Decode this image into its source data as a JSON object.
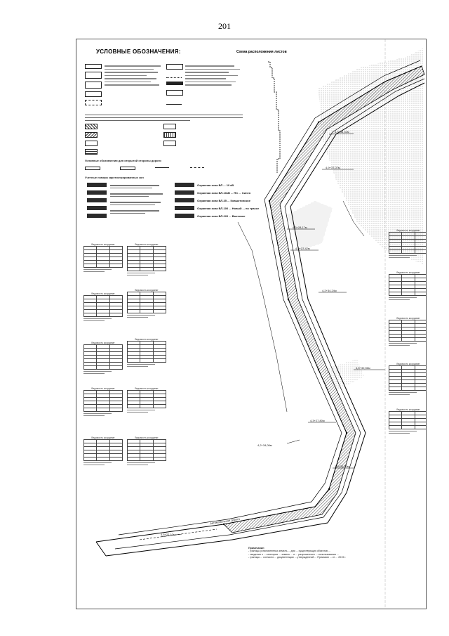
{
  "page_number": "201",
  "sheet": {
    "legend_title": "УСЛОВНЫЕ ОБОЗНАЧЕНИЯ:",
    "overview_label": "Схема расположения листов",
    "legend_section_1": "Условные обозначения для открытой стороны дороги",
    "legend_section_2": "Учетные номера зарегистрированных зон",
    "zones": [
      {
        "label": "Охранная зона ВЛ ... 10 кВ"
      },
      {
        "label": "Охранная зона ВЛ-10кВ ... ПС ... Синея"
      },
      {
        "label": "Охранная зона ВЛ-35 ... Ковыктинское"
      },
      {
        "label": "Охранная зона ВЛ-100 ... Новый ... по трассе"
      },
      {
        "label": "Охранная зона ВЛ-220 ... Вахтовое"
      }
    ],
    "notes_title": "Примечание:",
    "notes": [
      "- границы установленных земель ... для ... существующих объектов ...",
      "- сведения о ... категории ... земель ... и ... разрешенного ... использования ...",
      "- границы ... согласно ... документации ... утвержденной ... Приказом ... от ... 2019 г."
    ]
  },
  "map": {
    "point_labels": [
      "4,5+34,52м",
      "4,9+37,07м",
      "4,3+28,17м",
      "4,9+37,42м",
      "4,2+34,24м",
      "4,8+30,56м",
      "4,3+27,80м",
      "4,2+34,06м",
      "3,9+33,33м",
      "4,6+27,10м"
    ],
    "road_label": "Автомобильная дорога",
    "colors": {
      "line": "#000000",
      "hatch": "#555555",
      "stipple": "#888888"
    }
  },
  "tables": [
    {
      "caption": "Ведомость координат",
      "rows": 6
    },
    {
      "caption": "Ведомость координат",
      "rows": 7
    },
    {
      "caption": "Ведомость координат",
      "rows": 6
    },
    {
      "caption": "Ведомость координат",
      "rows": 6
    },
    {
      "caption": "Ведомость координат",
      "rows": 7
    },
    {
      "caption": "Ведомость координат",
      "rows": 6
    },
    {
      "caption": "Ведомость координат",
      "rows": 6
    },
    {
      "caption": "Ведомость координат",
      "rows": 5
    },
    {
      "caption": "Ведомость координат",
      "rows": 6
    },
    {
      "caption": "Ведомость координат",
      "rows": 6
    },
    {
      "caption": "Ведомость координат",
      "rows": 6
    },
    {
      "caption": "Ведомость координат",
      "rows": 6
    },
    {
      "caption": "Ведомость координат",
      "rows": 6
    },
    {
      "caption": "Ведомость координат",
      "rows": 7
    },
    {
      "caption": "Ведомость координат",
      "rows": 5
    }
  ]
}
